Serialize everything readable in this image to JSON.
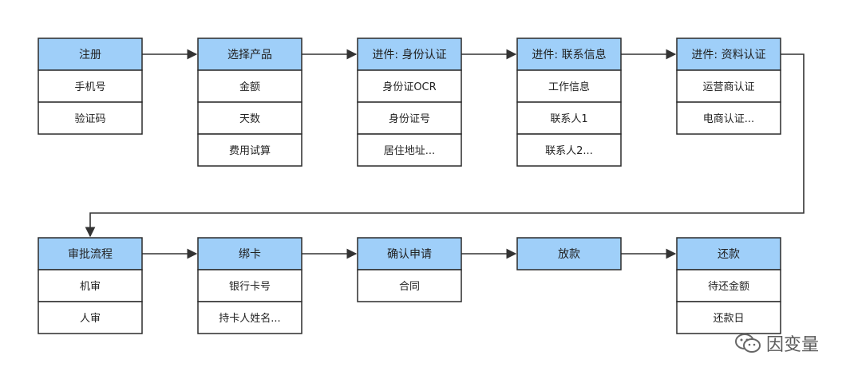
{
  "colors": {
    "header_fill": "#9fcff9",
    "body_fill": "#ffffff",
    "stroke": "#2b2b2b",
    "connector": "#333333",
    "text": "#222222"
  },
  "rows": [
    [
      {
        "header": "注册",
        "items": [
          "手机号",
          "验证码"
        ]
      },
      {
        "header": "选择产品",
        "items": [
          "金额",
          "天数",
          "费用试算"
        ]
      },
      {
        "header": "进件: 身份认证",
        "items": [
          "身份证OCR",
          "身份证号",
          "居住地址..."
        ]
      },
      {
        "header": "进件: 联系信息",
        "items": [
          "工作信息",
          "联系人1",
          "联系人2..."
        ]
      },
      {
        "header": "进件: 资料认证",
        "items": [
          "运营商认证",
          "电商认证..."
        ]
      }
    ],
    [
      {
        "header": "审批流程",
        "items": [
          "机审",
          "人审"
        ]
      },
      {
        "header": "绑卡",
        "items": [
          "银行卡号",
          "持卡人姓名..."
        ]
      },
      {
        "header": "确认申请",
        "items": [
          "合同"
        ]
      },
      {
        "header": "放款",
        "items": []
      },
      {
        "header": "还款",
        "items": [
          "待还金额",
          "还款日"
        ]
      }
    ]
  ],
  "watermark": {
    "text": "因变量",
    "icon": "wechat-icon"
  }
}
